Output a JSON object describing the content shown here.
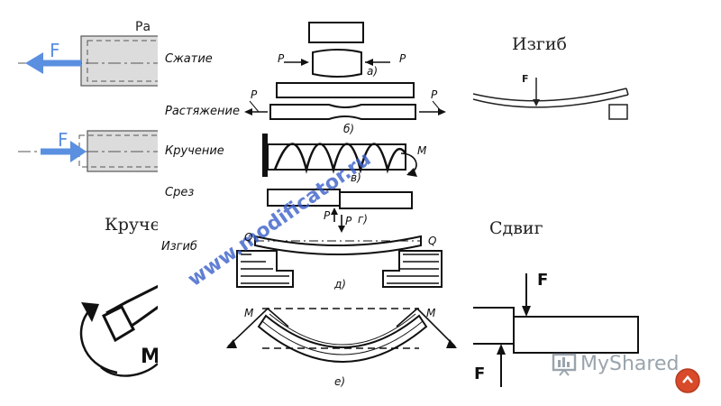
{
  "slide": {
    "titles": {
      "izgib": "Изгиб",
      "kruchenie_cut": "Круче",
      "sdvig": "Сдвиг"
    },
    "tension_left": {
      "label_top_cut": "Ра",
      "force": "F",
      "force_color": "#5b8fe0"
    },
    "bending_right": {
      "force": "F"
    },
    "shear_right": {
      "force_top": "F",
      "force_bottom": "F"
    },
    "torsion_left": {
      "moment": "M"
    }
  },
  "center_figure": {
    "rows": {
      "szhatie": "Сжатие",
      "rastyazhenie": "Растяжение",
      "kruchenie": "Кручение",
      "srez": "Срез",
      "izgib": "Изгиб"
    },
    "forces": {
      "p": "P",
      "m": "M",
      "q": "Q"
    },
    "sublabels": {
      "a": "а)",
      "b": "б)",
      "v": "в)",
      "g": "г)",
      "d": "д)",
      "e": "е)"
    },
    "watermark": "www.modificator.ru",
    "watermark_color": "#3a5fc8"
  },
  "branding": {
    "logo_text": "MyShared",
    "logo_color": "#9aa4ad",
    "badge_color": "#d84a2a"
  }
}
